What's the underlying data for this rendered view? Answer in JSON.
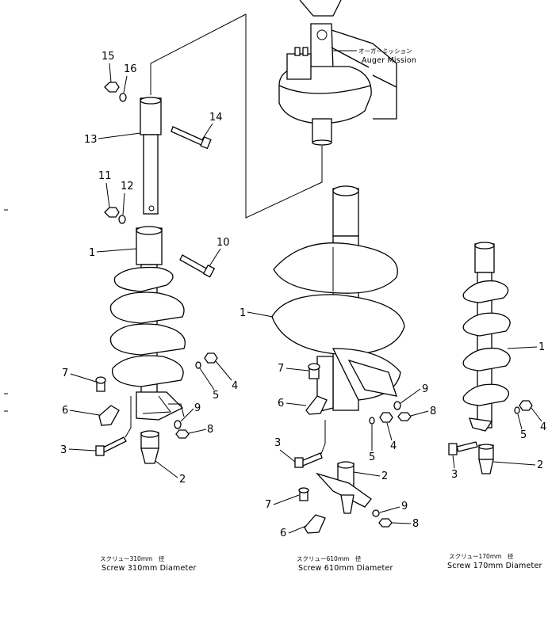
{
  "auger_mission": {
    "jp": "オーガーミッション",
    "en": "Auger Mission"
  },
  "captions": {
    "left": {
      "jp": "スクリュー310mm　径",
      "en": "Screw 310mm Diameter"
    },
    "center": {
      "jp": "スクリュー610mm　径",
      "en": "Screw 610mm Diameter"
    },
    "right": {
      "jp": "スクリュー170mm　径",
      "en": "Screw 170mm Diameter"
    }
  },
  "callouts": {
    "left": [
      "15",
      "16",
      "13",
      "14",
      "11",
      "12",
      "1",
      "10",
      "7",
      "5",
      "4",
      "6",
      "9",
      "8",
      "3",
      "2"
    ],
    "center": [
      "1",
      "7",
      "9",
      "6",
      "8",
      "5",
      "4",
      "3",
      "2",
      "7",
      "9",
      "6",
      "8"
    ],
    "right": [
      "1",
      "5",
      "4",
      "3",
      "2"
    ]
  }
}
